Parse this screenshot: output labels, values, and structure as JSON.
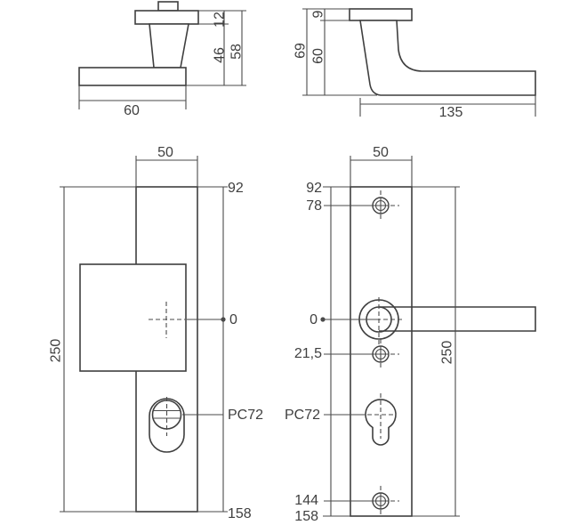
{
  "drawing": {
    "background_color": "#ffffff",
    "line_color": "#3f3f3f",
    "views": {
      "knob_side": {
        "dims": {
          "head_thickness": "12",
          "neck_height": "46",
          "total_height": "58",
          "rose_width": "60"
        }
      },
      "lever_side": {
        "dims": {
          "rose_thickness": "9",
          "handle_offset": "60",
          "total_projection": "69",
          "lever_length": "135"
        }
      },
      "knob_plate": {
        "dims": {
          "plate_width": "50",
          "top_edge": "92",
          "handle_center": "0",
          "cylinder_center": "PC72",
          "bottom_edge": "158",
          "plate_height": "250"
        }
      },
      "lever_plate": {
        "dims": {
          "plate_width": "50",
          "top_edge": "92",
          "top_screw": "78",
          "handle_center": "0",
          "mid_screw": "21,5",
          "cylinder_center": "PC72",
          "bottom_screw": "144",
          "bottom_edge": "158",
          "plate_height": "250"
        }
      }
    }
  }
}
